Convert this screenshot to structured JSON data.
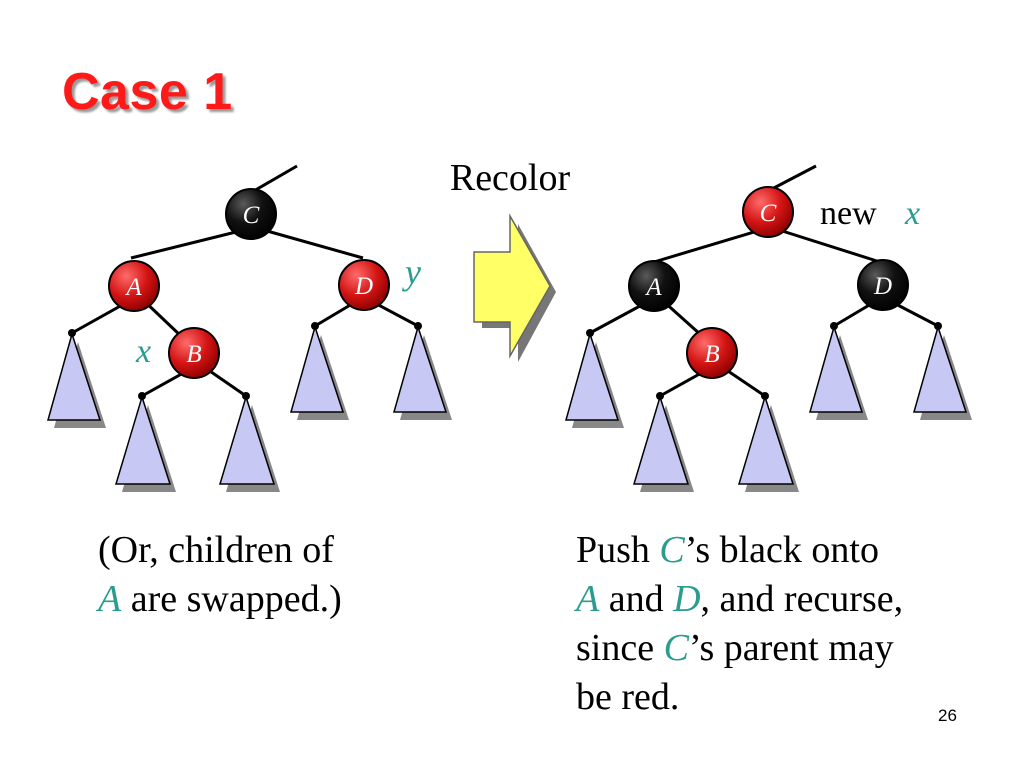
{
  "title": "Case 1",
  "arrow_label": "Recolor",
  "left_tree": {
    "nodes": {
      "c": "C",
      "a": "A",
      "d": "D",
      "b": "B"
    },
    "label_x": "x",
    "label_y": "y"
  },
  "right_tree": {
    "nodes": {
      "c": "C",
      "a": "A",
      "d": "D",
      "b": "B"
    },
    "label_new": "new",
    "label_x": "x"
  },
  "left_caption": {
    "line1": "(Or, children of",
    "line2_var": "A",
    "line2_rest": " are swapped.)"
  },
  "right_caption": {
    "l1_a": "Push ",
    "l1_var": "C",
    "l1_b": "’s black onto",
    "l2_var1": "A",
    "l2_a": " and ",
    "l2_var2": "D",
    "l2_b": ", and recurse,",
    "l3_a": "since ",
    "l3_var": "C",
    "l3_b": "’s parent may",
    "l4": "be red."
  },
  "page_number": "26",
  "colors": {
    "title": "#ff1a1a",
    "red_node": "#d41414",
    "black_node": "#000000",
    "triangle_fill": "#c8c8f4",
    "arrow_fill": "#ffff66",
    "variable_teal": "#2a9d8f"
  }
}
